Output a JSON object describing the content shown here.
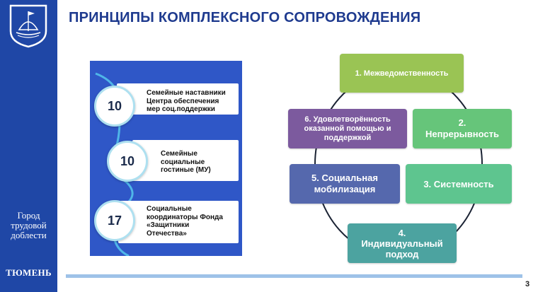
{
  "sidebar": {
    "motto_lines": [
      "Город",
      "трудовой",
      "доблести"
    ],
    "city_name": "ТЮМЕНЬ",
    "colors": {
      "background": "#1f47a6"
    },
    "emblem_icon": "city-coat-of-arms-icon"
  },
  "title": "ПРИНЦИПЫ КОМПЛЕКСНОГО СОПРОВОЖДЕНИЯ",
  "stats": [
    {
      "number": "10",
      "lines": [
        "Семейные наставники",
        "Центра обеспечения",
        "мер соц.поддержки"
      ]
    },
    {
      "number": "10",
      "lines": [
        "Семейные",
        "социальные",
        "гостиные (МУ)"
      ]
    },
    {
      "number": "17",
      "lines": [
        "Социальные",
        "координаторы Фонда",
        "«Защитники",
        "Отечества»"
      ]
    }
  ],
  "principles": [
    {
      "lines": [
        "1. Межведомственность"
      ],
      "color": "#9ac454"
    },
    {
      "lines": [
        "2.",
        "Непрерывность"
      ],
      "color": "#66c57a"
    },
    {
      "lines": [
        "3. Системность"
      ],
      "color": "#5ec58f"
    },
    {
      "lines": [
        "4.",
        "Индивидуальный",
        "подход"
      ],
      "color": "#4ca3a0"
    },
    {
      "lines": [
        "5. Социальная",
        "мобилизация"
      ],
      "color": "#5568ad"
    },
    {
      "lines": [
        "6. Удовлетворённость",
        "оказанной помощью и",
        "поддержкой"
      ],
      "color": "#7c5a9e"
    }
  ],
  "page_number": "3"
}
